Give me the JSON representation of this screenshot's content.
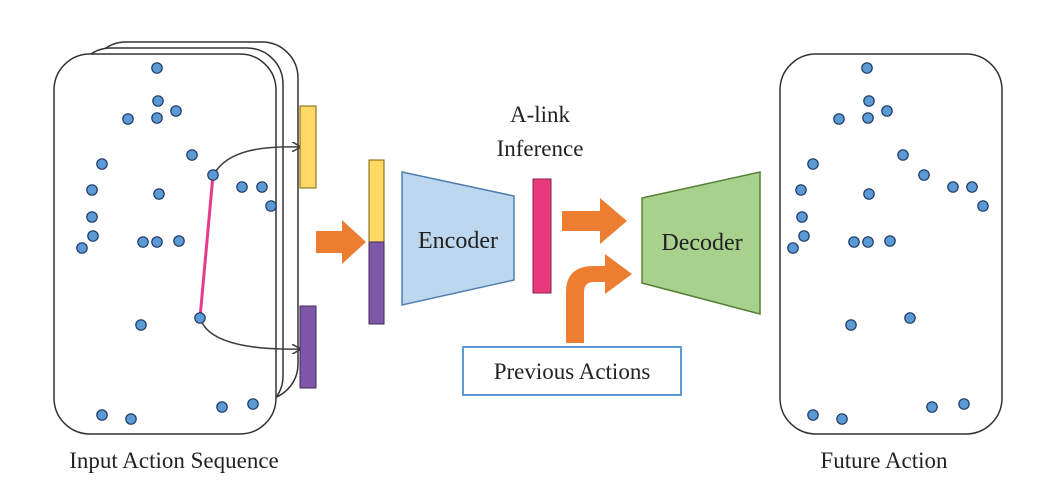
{
  "labels": {
    "input_caption": "Input Action Sequence",
    "future_caption": "Future Action",
    "alink_line1": "A-link",
    "alink_line2": "Inference",
    "encoder": "Encoder",
    "decoder": "Decoder",
    "previous_actions": "Previous Actions"
  },
  "colors": {
    "joint_fill": "#5b9bd5",
    "joint_stroke": "#1f3864",
    "link": "#e8398a",
    "yellow_feature": "#ffd966",
    "purple_feature": "#7e57a8",
    "encoder_fill": "#bdd7ee",
    "decoder_fill": "#a9d18e",
    "alink_bar": "#e8397f",
    "arrow_orange": "#ed7d31",
    "connector": "#404040",
    "prev_box_border": "#5b9bd5"
  },
  "icons": {
    "joint": "filled-circle",
    "flow_arrow": "block-arrow"
  }
}
